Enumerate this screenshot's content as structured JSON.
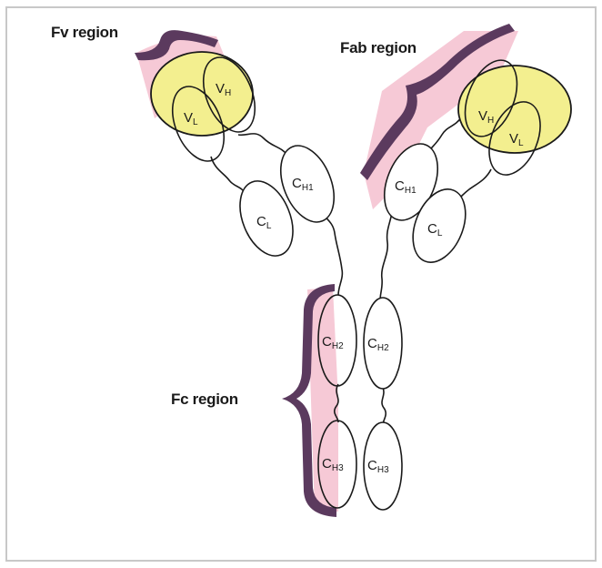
{
  "regions": {
    "fv": "Fv region",
    "fab": "Fab region",
    "fc": "Fc region"
  },
  "domains": {
    "vh_left": {
      "main": "V",
      "sub": "H"
    },
    "vl_left": {
      "main": "V",
      "sub": "L"
    },
    "ch1_left": {
      "main": "C",
      "sub": "H1"
    },
    "cl_left": {
      "main": "C",
      "sub": "L"
    },
    "vh_right": {
      "main": "V",
      "sub": "H"
    },
    "vl_right": {
      "main": "V",
      "sub": "L"
    },
    "ch1_right": {
      "main": "C",
      "sub": "H1"
    },
    "cl_right": {
      "main": "C",
      "sub": "L"
    },
    "ch2_left": {
      "main": "C",
      "sub": "H2"
    },
    "ch2_right": {
      "main": "C",
      "sub": "H2"
    },
    "ch3_left": {
      "main": "C",
      "sub": "H3"
    },
    "ch3_right": {
      "main": "C",
      "sub": "H3"
    }
  },
  "colors": {
    "variable_fill": "#f3ef8f",
    "bracket_dark": "#5b3a5e",
    "bracket_light": "#f6c9d6",
    "outline": "#1a1a1a",
    "frame": "#c8c8c8"
  }
}
